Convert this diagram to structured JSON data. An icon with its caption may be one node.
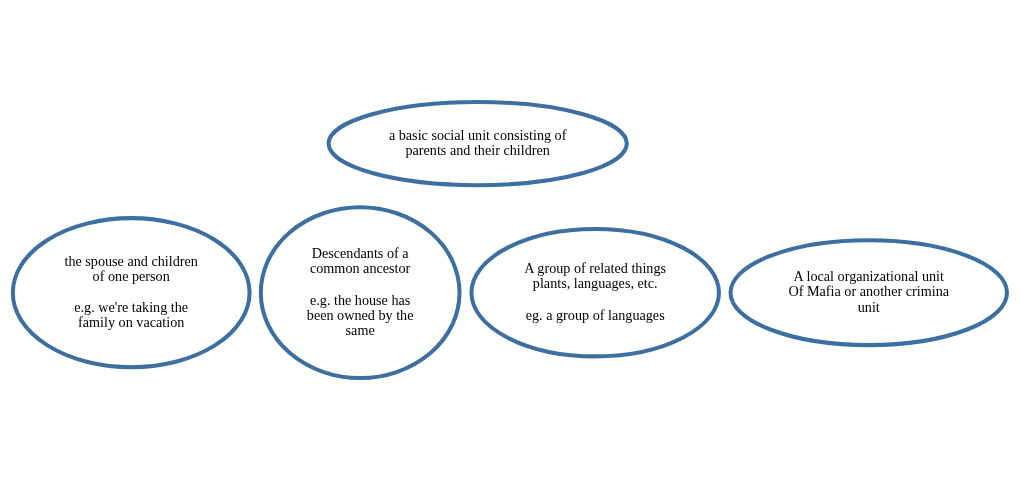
{
  "diagram": {
    "nodes": [
      {
        "text": [
          "a basic social unit consisting of parents and their children"
        ]
      },
      {
        "text": [
          "the spouse and children of one person",
          "e.g. we're taking the family on vacation"
        ]
      },
      {
        "text": [
          "Descendants of a common ancestor",
          "e.g. the house has been owned by the same"
        ]
      },
      {
        "text": [
          "A group of related things plants, languages, etc.",
          "eg. a group of languages"
        ]
      },
      {
        "text": [
          "A local organizational unit Of Mafia or another crimina unit"
        ]
      }
    ],
    "edges": []
  }
}
